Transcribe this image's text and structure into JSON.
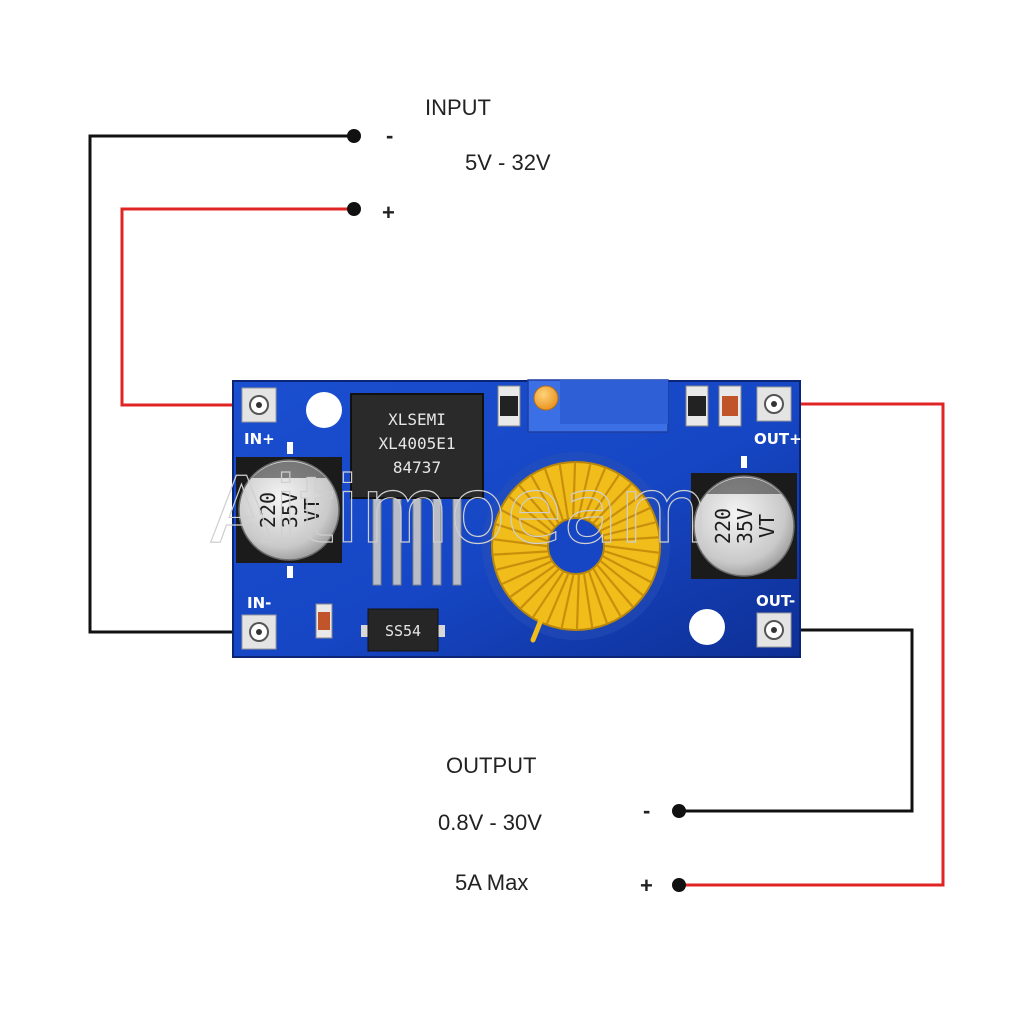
{
  "input": {
    "title": "INPUT",
    "range": "5V - 32V",
    "neg": "-",
    "pos": "+"
  },
  "output": {
    "title": "OUTPUT",
    "range": "0.8V - 30V",
    "current": "5A Max",
    "neg": "-",
    "pos": "+"
  },
  "board": {
    "pin_in_pos": "IN+",
    "pin_in_neg": "IN-",
    "pin_out_pos": "OUT+",
    "pin_out_neg": "OUT-",
    "ic": {
      "line1": "XLSEMI",
      "line2": "XL4005E1",
      "line3": "84737"
    },
    "diode": "SS54",
    "cap_left": {
      "value": "220",
      "voltage": "35V",
      "series": "VT"
    },
    "cap_right": {
      "value": "220",
      "voltage": "35V",
      "series": "VT"
    }
  },
  "watermark": "Aitimoeam",
  "colors": {
    "board": "#1646c4",
    "wire_positive": "#e02424",
    "wire_negative": "#111111",
    "inductor": "#f0bd1a"
  }
}
